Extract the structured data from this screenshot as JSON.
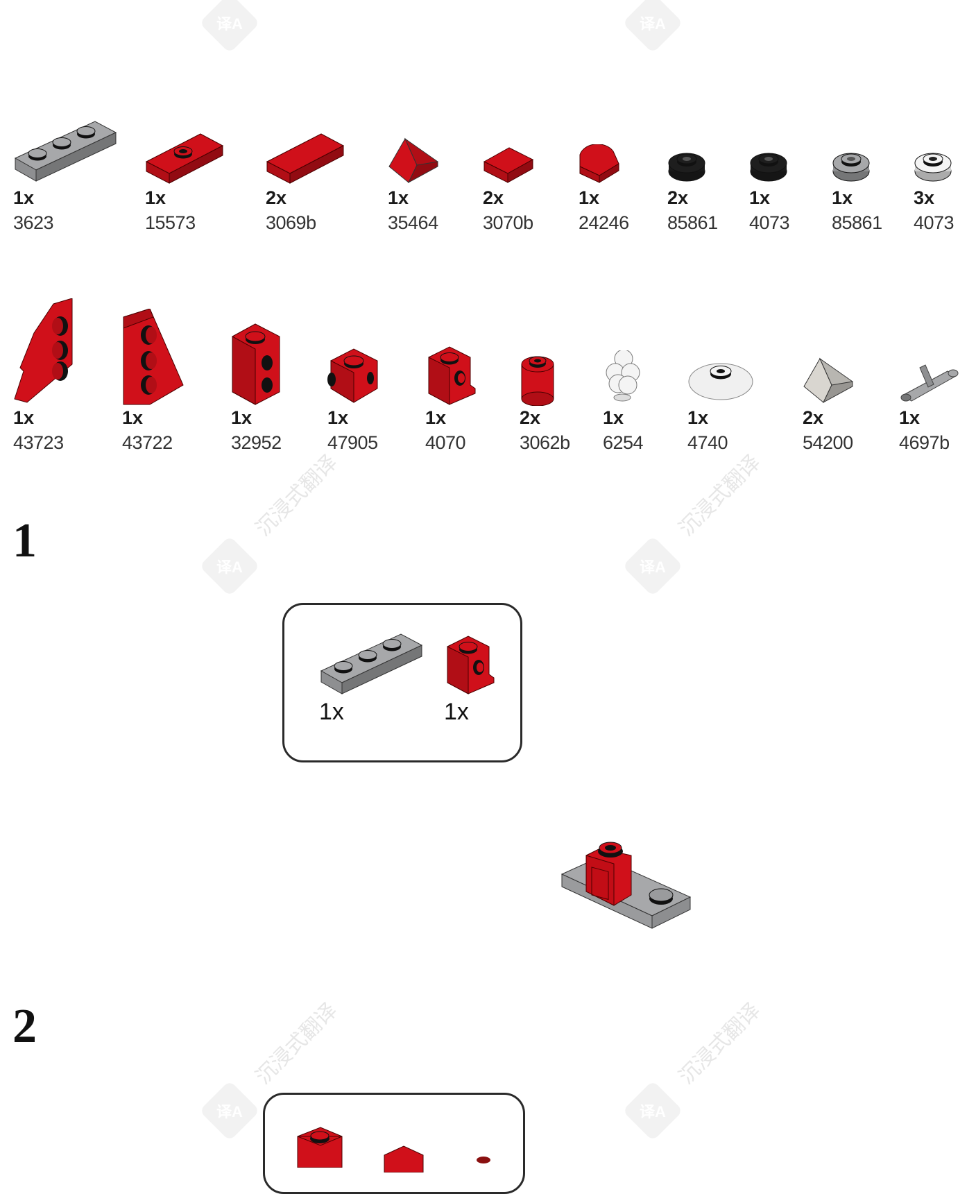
{
  "watermark": {
    "text": "沉浸式翻译",
    "logo": "译A"
  },
  "colors": {
    "red": "#d0101a",
    "gray": "#a7a8aa",
    "black": "#1e1e1e",
    "white": "#f4f4f4",
    "trans": "#d9d6d0"
  },
  "parts_row_1": [
    {
      "qty": "1x",
      "id": "3623",
      "shape": "plate3",
      "color": "gray"
    },
    {
      "qty": "1x",
      "id": "15573",
      "shape": "jumper",
      "color": "red"
    },
    {
      "qty": "2x",
      "id": "3069b",
      "shape": "tile2",
      "color": "red"
    },
    {
      "qty": "1x",
      "id": "35464",
      "shape": "slope",
      "color": "red"
    },
    {
      "qty": "2x",
      "id": "3070b",
      "shape": "tile1",
      "color": "red"
    },
    {
      "qty": "1x",
      "id": "24246",
      "shape": "roundtile",
      "color": "red"
    },
    {
      "qty": "2x",
      "id": "85861",
      "shape": "roundplate",
      "color": "black"
    },
    {
      "qty": "1x",
      "id": "4073",
      "shape": "roundplate",
      "color": "black"
    },
    {
      "qty": "1x",
      "id": "85861",
      "shape": "roundplate",
      "color": "gray"
    },
    {
      "qty": "3x",
      "id": "4073",
      "shape": "roundplate",
      "color": "white"
    }
  ],
  "parts_row_2": [
    {
      "qty": "1x",
      "id": "43723",
      "shape": "wedgeL",
      "color": "red"
    },
    {
      "qty": "1x",
      "id": "43722",
      "shape": "wedgeR",
      "color": "red"
    },
    {
      "qty": "1x",
      "id": "32952",
      "shape": "tallbrick",
      "color": "red"
    },
    {
      "qty": "1x",
      "id": "47905",
      "shape": "brick1",
      "color": "red"
    },
    {
      "qty": "1x",
      "id": "4070",
      "shape": "headlight",
      "color": "red"
    },
    {
      "qty": "2x",
      "id": "3062b",
      "shape": "roundbrick",
      "color": "red"
    },
    {
      "qty": "1x",
      "id": "6254",
      "shape": "grapes",
      "color": "white"
    },
    {
      "qty": "1x",
      "id": "4740",
      "shape": "dish",
      "color": "white"
    },
    {
      "qty": "2x",
      "id": "54200",
      "shape": "slope",
      "color": "trans"
    },
    {
      "qty": "1x",
      "id": "4697b",
      "shape": "pneumaticT",
      "color": "gray"
    }
  ],
  "steps": [
    {
      "number": "1",
      "callout": [
        {
          "qty": "1x",
          "shape": "plate3",
          "color": "gray"
        },
        {
          "qty": "1x",
          "shape": "headlight",
          "color": "red"
        }
      ]
    },
    {
      "number": "2"
    }
  ]
}
